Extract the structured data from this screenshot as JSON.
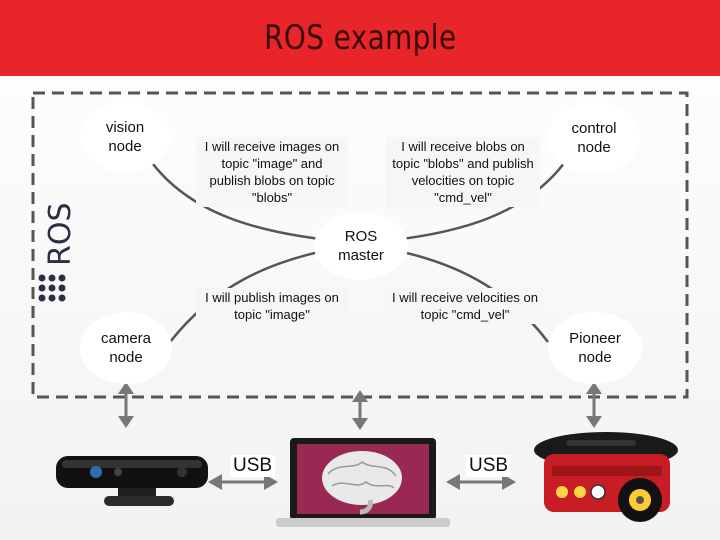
{
  "title": "ROS example",
  "logo": {
    "text": "ROS"
  },
  "nodes": {
    "vision": "vision node",
    "control": "control node",
    "master": "ROS master",
    "camera": "camera node",
    "pioneer": "Pioneer node"
  },
  "messages": {
    "vision_msg": "I will receive images on topic \"image\" and publish blobs on topic \"blobs\"",
    "control_msg": "I will receive blobs on topic \"blobs\" and publish velocities on topic \"cmd_vel\"",
    "camera_msg": "I will publish images on topic \"image\"",
    "pioneer_msg": "I will receive velocities on topic \"cmd_vel\""
  },
  "usb": {
    "left": "USB",
    "right": "USB"
  },
  "colors": {
    "header": "#e8262a",
    "title": "#3a0b0b",
    "lines": "#555555",
    "border": "#555555"
  }
}
